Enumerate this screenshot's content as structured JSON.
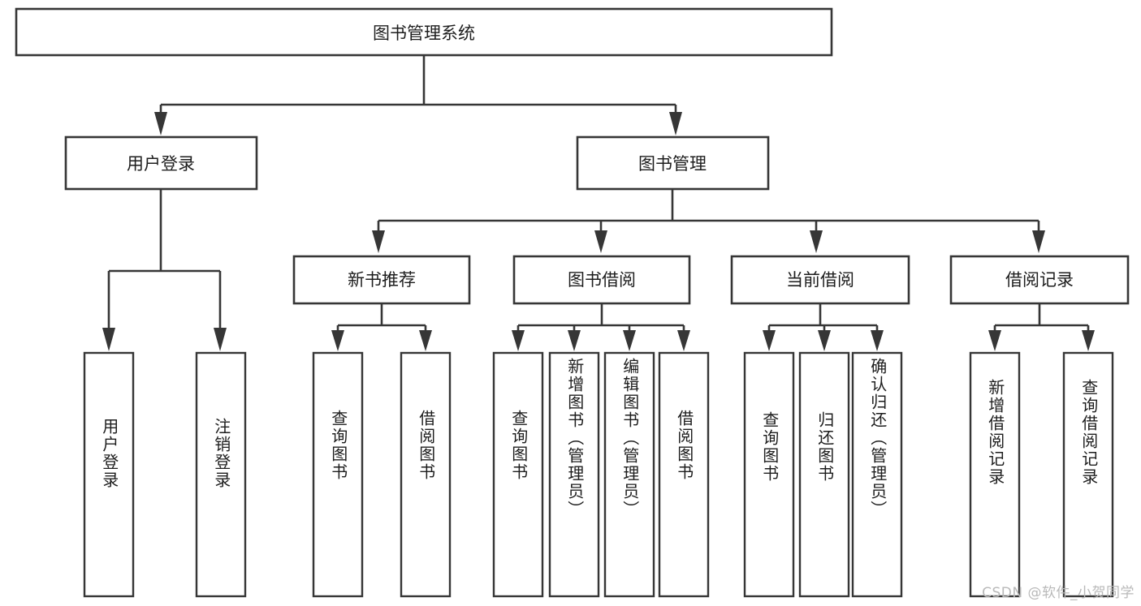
{
  "diagram": {
    "title": "图书管理系统",
    "type": "tree",
    "watermark": "CSDN @软件_小贺同学",
    "colors": {
      "stroke": "#363636",
      "fill": "#ffffff",
      "text": "#1d1d1d",
      "watermark": "#b9b9b9"
    },
    "root": {
      "id": "root",
      "label": "图书管理系统"
    },
    "level2": [
      {
        "id": "user-login",
        "label": "用户登录"
      },
      {
        "id": "book-manage",
        "label": "图书管理"
      }
    ],
    "level3": [
      {
        "id": "new-book-recommend",
        "label": "新书推荐",
        "parent": "book-manage"
      },
      {
        "id": "book-borrow",
        "label": "图书借阅",
        "parent": "book-manage"
      },
      {
        "id": "current-borrow",
        "label": "当前借阅",
        "parent": "book-manage"
      },
      {
        "id": "borrow-record",
        "label": "借阅记录",
        "parent": "book-manage"
      }
    ],
    "leaves": {
      "user_login": [
        {
          "id": "leaf-user-login",
          "label": "用户登录"
        },
        {
          "id": "leaf-user-logout",
          "label": "注销登录"
        }
      ],
      "new_book_recommend": [
        {
          "id": "leaf-query-book-1",
          "label": "查询图书"
        },
        {
          "id": "leaf-borrow-book-1",
          "label": "借阅图书"
        }
      ],
      "book_borrow": [
        {
          "id": "leaf-query-book-2",
          "label": "查询图书"
        },
        {
          "id": "leaf-add-book",
          "label": "新增图书（管理员）"
        },
        {
          "id": "leaf-edit-book",
          "label": "编辑图书（管理员）"
        },
        {
          "id": "leaf-borrow-book-2",
          "label": "借阅图书"
        }
      ],
      "current_borrow": [
        {
          "id": "leaf-query-book-3",
          "label": "查询图书"
        },
        {
          "id": "leaf-return-book",
          "label": "归还图书"
        },
        {
          "id": "leaf-confirm-return",
          "label": "确认归还（管理员）"
        }
      ],
      "borrow_record": [
        {
          "id": "leaf-add-record",
          "label": "新增借阅记录"
        },
        {
          "id": "leaf-query-record",
          "label": "查询借阅记录"
        }
      ]
    }
  }
}
